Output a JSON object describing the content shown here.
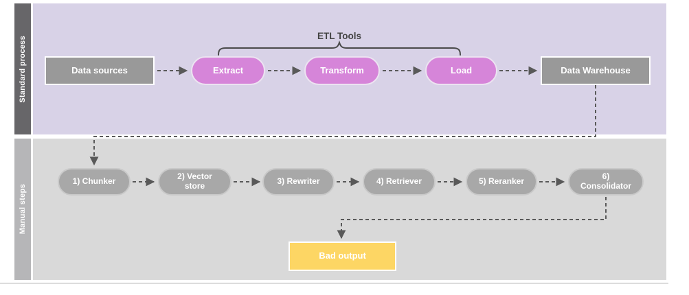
{
  "diagram": {
    "lanes": [
      {
        "label": "Standard process",
        "bracket_label": "ETL Tools",
        "nodes": [
          "Data sources",
          "Extract",
          "Transform",
          "Load",
          "Data Warehouse"
        ]
      },
      {
        "label": "Manual steps",
        "nodes": [
          "1) Chunker",
          "2) Vector store",
          "3) Rewriter",
          "4) Retriever",
          "5) Reranker",
          "6) Consolidator"
        ],
        "result_node": "Bad output"
      }
    ],
    "colors": {
      "standard_lane_bar": "#676669",
      "standard_lane_bg": "#d8d2e7",
      "manual_lane_bar": "#b6b6b8",
      "manual_lane_bg": "#d9d9d9",
      "gray_node": "#999999",
      "etl_pill": "#d685d9",
      "manual_pill": "#a8a8a8",
      "bad_output_node": "#fdd664",
      "connector": "#595959"
    }
  }
}
